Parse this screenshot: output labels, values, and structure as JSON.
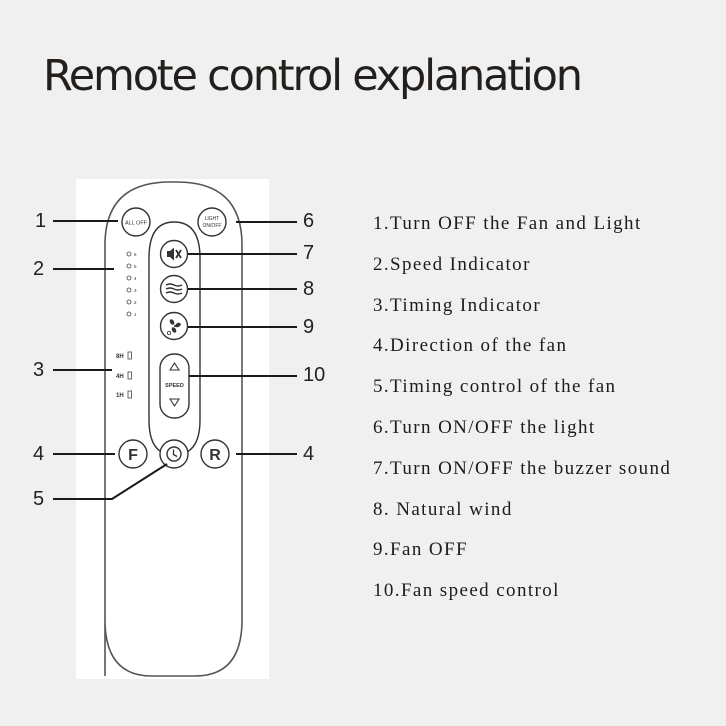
{
  "title": "Remote control explanation",
  "remote": {
    "all_off_label": "ALL OFF",
    "light_label_line1": "LIGHT",
    "light_label_line2": "ON/OFF",
    "speed_indicator_levels": [
      "6",
      "5",
      "4",
      "3",
      "2",
      "1"
    ],
    "timing_indicator_levels": [
      "8H",
      "4H",
      "1H"
    ],
    "speed_label": "SPEED",
    "forward_label": "F",
    "reverse_label": "R",
    "buttons": [
      {
        "name": "mute-button",
        "icon": "speaker-mute-icon"
      },
      {
        "name": "natural-wind-button",
        "icon": "wind-waves-icon"
      },
      {
        "name": "fan-off-button",
        "icon": "fan-icon"
      },
      {
        "name": "timer-button",
        "icon": "clock-icon"
      }
    ]
  },
  "callouts": {
    "left": [
      "1",
      "2",
      "3",
      "4",
      "5"
    ],
    "right": [
      "6",
      "7",
      "8",
      "9",
      "10",
      "4"
    ]
  },
  "legend": [
    "1.Turn OFF the Fan and Light",
    "2.Speed Indicator",
    "3.Timing Indicator",
    "4.Direction of the fan",
    "5.Timing control of the fan",
    "6.Turn ON/OFF the light",
    "7.Turn ON/OFF the buzzer sound",
    "8. Natural wind",
    "9.Fan OFF",
    "10.Fan speed control"
  ]
}
